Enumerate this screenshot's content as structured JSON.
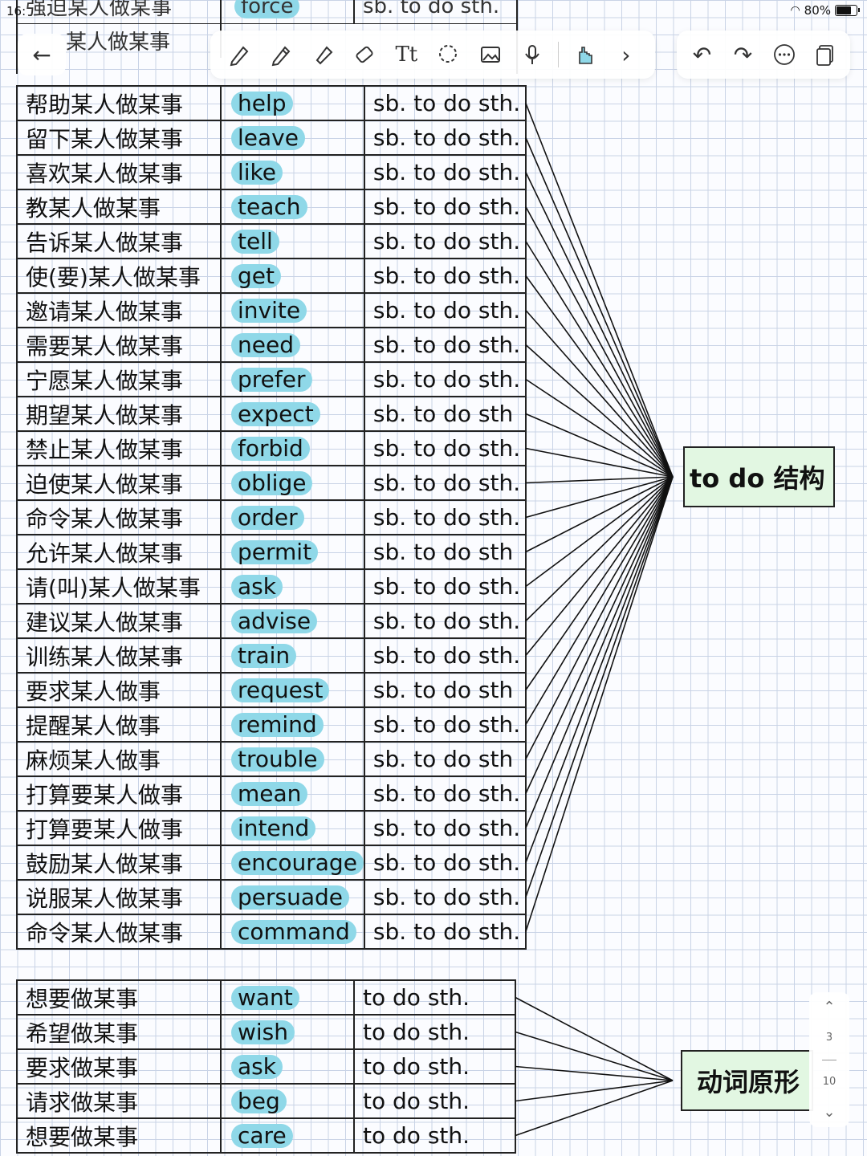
{
  "status": {
    "time": "16:",
    "battery": "80%",
    "battery_level": 0.8
  },
  "ghost_rows": [
    {
      "cn": "强迫某人做某事",
      "verb": "force",
      "pattern": "sb. to do sth."
    },
    {
      "cn": "某人做某事",
      "verb": "",
      "pattern": ""
    }
  ],
  "toolbar": {
    "tools": [
      "pen-icon",
      "pencil-icon",
      "marker-icon",
      "eraser-icon",
      "text-icon",
      "lasso-icon",
      "image-icon",
      "mic-icon",
      "hand-pointer-icon",
      "chevron-right-icon"
    ],
    "actions": [
      "undo-icon",
      "redo-icon",
      "more-icon",
      "pages-icon"
    ]
  },
  "table1": {
    "label": "to do 结构",
    "rows": [
      {
        "cn": "帮助某人做某事",
        "verb": "help",
        "pattern": "sb. to do sth."
      },
      {
        "cn": "留下某人做某事",
        "verb": "leave",
        "pattern": "sb. to do sth."
      },
      {
        "cn": "喜欢某人做某事",
        "verb": "like",
        "pattern": "sb. to do sth."
      },
      {
        "cn": "教某人做某事",
        "verb": "teach",
        "pattern": "sb. to do sth."
      },
      {
        "cn": "告诉某人做某事",
        "verb": "tell",
        "pattern": "sb. to do sth."
      },
      {
        "cn": "使(要)某人做某事",
        "verb": "get",
        "pattern": "sb. to do sth."
      },
      {
        "cn": "邀请某人做某事",
        "verb": "invite",
        "pattern": "sb. to do sth."
      },
      {
        "cn": "需要某人做某事",
        "verb": "need",
        "pattern": "sb. to do sth."
      },
      {
        "cn": "宁愿某人做某事",
        "verb": "prefer",
        "pattern": "sb. to do sth."
      },
      {
        "cn": "期望某人做某事",
        "verb": "expect",
        "pattern": "sb. to do sth"
      },
      {
        "cn": "禁止某人做某事",
        "verb": "forbid",
        "pattern": "sb. to do sth."
      },
      {
        "cn": "迫使某人做某事",
        "verb": "oblige",
        "pattern": "sb. to do sth."
      },
      {
        "cn": "命令某人做某事",
        "verb": "order",
        "pattern": "sb. to do sth."
      },
      {
        "cn": "允许某人做某事",
        "verb": "permit",
        "pattern": "sb. to do sth"
      },
      {
        "cn": "请(叫)某人做某事",
        "verb": "ask",
        "pattern": "sb. to do sth."
      },
      {
        "cn": "建议某人做某事",
        "verb": "advise",
        "pattern": "sb. to do sth."
      },
      {
        "cn": "训练某人做某事",
        "verb": "train",
        "pattern": "sb. to do sth."
      },
      {
        "cn": "要求某人做事",
        "verb": "request",
        "pattern": "sb. to do sth"
      },
      {
        "cn": "提醒某人做事",
        "verb": "remind",
        "pattern": "sb. to do sth."
      },
      {
        "cn": "麻烦某人做事",
        "verb": "trouble",
        "pattern": "sb. to do sth"
      },
      {
        "cn": "打算要某人做事",
        "verb": "mean",
        "pattern": "sb. to do sth."
      },
      {
        "cn": "打算要某人做事",
        "verb": "intend",
        "pattern": "sb. to do sth."
      },
      {
        "cn": "鼓励某人做某事",
        "verb": "encourage",
        "pattern": "sb. to do sth."
      },
      {
        "cn": "说服某人做某事",
        "verb": "persuade",
        "pattern": "sb. to do sth."
      },
      {
        "cn": "命令某人做某事",
        "verb": "command",
        "pattern": "sb. to do sth."
      }
    ]
  },
  "table2": {
    "label": "动词原形",
    "rows": [
      {
        "cn": "想要做某事",
        "verb": "want",
        "pattern": "to do sth."
      },
      {
        "cn": "希望做某事",
        "verb": "wish",
        "pattern": "to do sth."
      },
      {
        "cn": "要求做某事",
        "verb": "ask",
        "pattern": "to do sth."
      },
      {
        "cn": "请求做某事",
        "verb": "beg",
        "pattern": "to do sth."
      },
      {
        "cn": "想要做某事",
        "verb": "care",
        "pattern": "to do sth."
      }
    ]
  },
  "pager": {
    "current": "3",
    "total": "10"
  },
  "colors": {
    "highlight": "#8fd8e8",
    "label_bg": "#e2f7e2",
    "grid": "#c9d3e6"
  }
}
